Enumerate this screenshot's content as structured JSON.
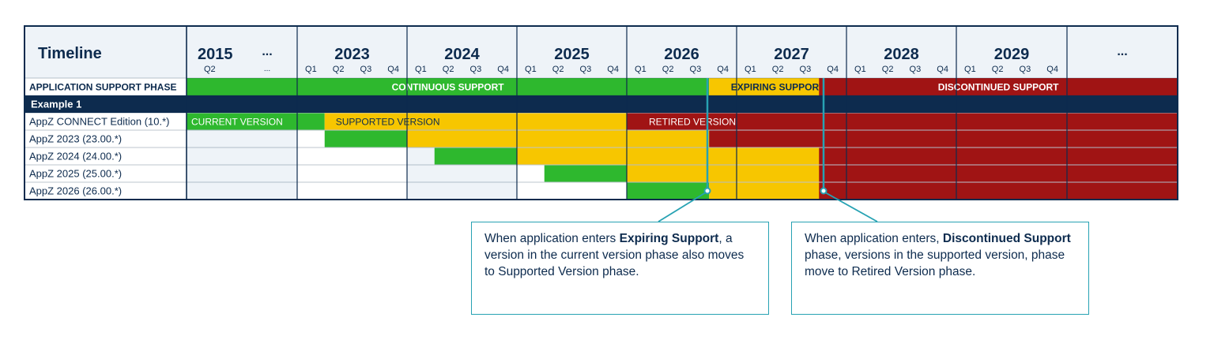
{
  "colors": {
    "navy": "#0d2b4e",
    "header_bg": "#eef3f8",
    "green": "#2eb82e",
    "yellow": "#f7c600",
    "red": "#a01414",
    "teal": "#27a2b3",
    "cell_bg_alt": "#eef3f8"
  },
  "header": {
    "title": "Timeline",
    "years": [
      {
        "label": "2015",
        "quarters": [
          "Q2"
        ],
        "extra_label": "...",
        "extra_sub": "..."
      },
      {
        "label": "2023",
        "quarters": [
          "Q1",
          "Q2",
          "Q3",
          "Q4"
        ]
      },
      {
        "label": "2024",
        "quarters": [
          "Q1",
          "Q2",
          "Q3",
          "Q4"
        ]
      },
      {
        "label": "2025",
        "quarters": [
          "Q1",
          "Q2",
          "Q3",
          "Q4"
        ]
      },
      {
        "label": "2026",
        "quarters": [
          "Q1",
          "Q2",
          "Q3",
          "Q4"
        ]
      },
      {
        "label": "2027",
        "quarters": [
          "Q1",
          "Q2",
          "Q3",
          "Q4"
        ]
      },
      {
        "label": "2028",
        "quarters": [
          "Q1",
          "Q2",
          "Q3",
          "Q4"
        ]
      },
      {
        "label": "2029",
        "quarters": [
          "Q1",
          "Q2",
          "Q3",
          "Q4"
        ]
      },
      {
        "label": "...",
        "quarters": []
      }
    ]
  },
  "phase_row": {
    "label": "APPLICATION SUPPORT PHASE",
    "segments": [
      {
        "text": "CONTINUOUS SUPPORT",
        "color": "green",
        "from": "2015",
        "to": "2026 Q3"
      },
      {
        "text": "EXPIRING SUPPORT",
        "color": "yellow",
        "from": "2026 Q4",
        "to": "2027 Q4"
      },
      {
        "text": "DISCONTINUED SUPPORT",
        "color": "red",
        "from": "2027 Q4",
        "to": "..."
      }
    ]
  },
  "section": {
    "label": "Example 1"
  },
  "rows": [
    {
      "label": "AppZ CONNECT Edition (10.*)",
      "segments": [
        {
          "text": "CURRENT VERSION",
          "color": "green",
          "from": "2015",
          "to": "2023 Q1"
        },
        {
          "text": "SUPPORTED VERSION",
          "color": "yellow",
          "from": "2023 Q2",
          "to": "2025 Q4"
        },
        {
          "text": "RETIRED VERSION",
          "color": "red",
          "from": "2026 Q1",
          "to": "..."
        }
      ]
    },
    {
      "label": "AppZ 2023 (23.00.*)",
      "segments": [
        {
          "color": "green",
          "from": "2023 Q2",
          "to": "2024 Q1"
        },
        {
          "color": "yellow",
          "from": "2024 Q1",
          "to": "2026 Q4"
        },
        {
          "color": "red",
          "from": "2026 Q4",
          "to": "..."
        }
      ]
    },
    {
      "label": "AppZ 2024 (24.00.*)",
      "segments": [
        {
          "color": "green",
          "from": "2024 Q2",
          "to": "2025 Q1"
        },
        {
          "color": "yellow",
          "from": "2025 Q1",
          "to": "2027 Q4"
        },
        {
          "color": "red",
          "from": "2027 Q4",
          "to": "..."
        }
      ]
    },
    {
      "label": "AppZ 2025 (25.00.*)",
      "segments": [
        {
          "color": "green",
          "from": "2025 Q2",
          "to": "2026 Q1"
        },
        {
          "color": "yellow",
          "from": "2026 Q1",
          "to": "2027 Q4"
        },
        {
          "color": "red",
          "from": "2027 Q4",
          "to": "..."
        }
      ]
    },
    {
      "label": "AppZ 2026 (26.00.*)",
      "segments": [
        {
          "color": "green",
          "from": "2026 Q1",
          "to": "2026 Q3"
        },
        {
          "color": "yellow",
          "from": "2026 Q4",
          "to": "2027 Q4"
        },
        {
          "color": "red",
          "from": "2027 Q4",
          "to": "..."
        }
      ]
    }
  ],
  "callouts": [
    {
      "pre": "When application enters ",
      "bold": "Expiring Support",
      "post": ", a version in the current version phase also moves to Supported Version phase."
    },
    {
      "pre": "When application enters, ",
      "bold": "Discontinued Support",
      "post": " phase, versions in the supported version, phase move to Retired Version phase."
    }
  ]
}
